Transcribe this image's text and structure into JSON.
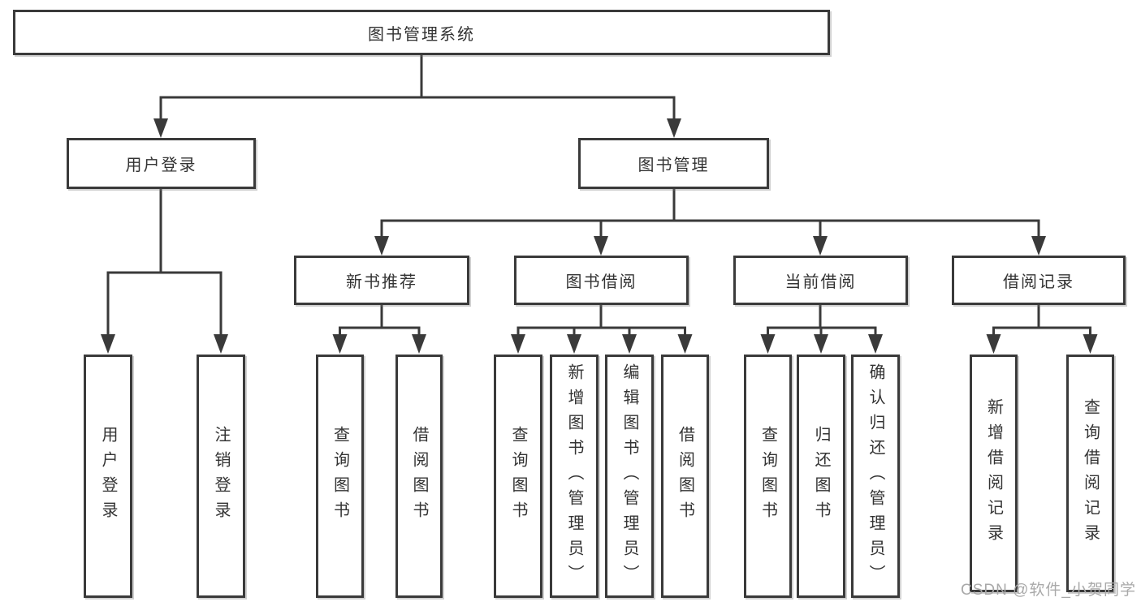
{
  "page": {
    "watermark": "CSDN @软件_小贺同学",
    "background": "#ffffff"
  },
  "colors": {
    "line": "#3a3a3a",
    "box_border": "#3a3a3a",
    "text": "#333333",
    "watermark_gray": "#a9a9a9"
  },
  "tree": {
    "root": {
      "label": "图书管理系统"
    },
    "user_login": {
      "label": "用户登录",
      "leaves": [
        "用户登录",
        "注销登录"
      ]
    },
    "book_mgmt": {
      "label": "图书管理",
      "sections": [
        {
          "label": "新书推荐",
          "leaves": [
            "查询图书",
            "借阅图书"
          ]
        },
        {
          "label": "图书借阅",
          "leaves": [
            "查询图书",
            "新增图书（管理员）",
            "编辑图书（管理员）",
            "借阅图书"
          ]
        },
        {
          "label": "当前借阅",
          "leaves": [
            "查询图书",
            "归还图书",
            "确认归还（管理员）"
          ]
        },
        {
          "label": "借阅记录",
          "leaves": [
            "新增借阅记录",
            "查询借阅记录"
          ]
        }
      ]
    }
  }
}
